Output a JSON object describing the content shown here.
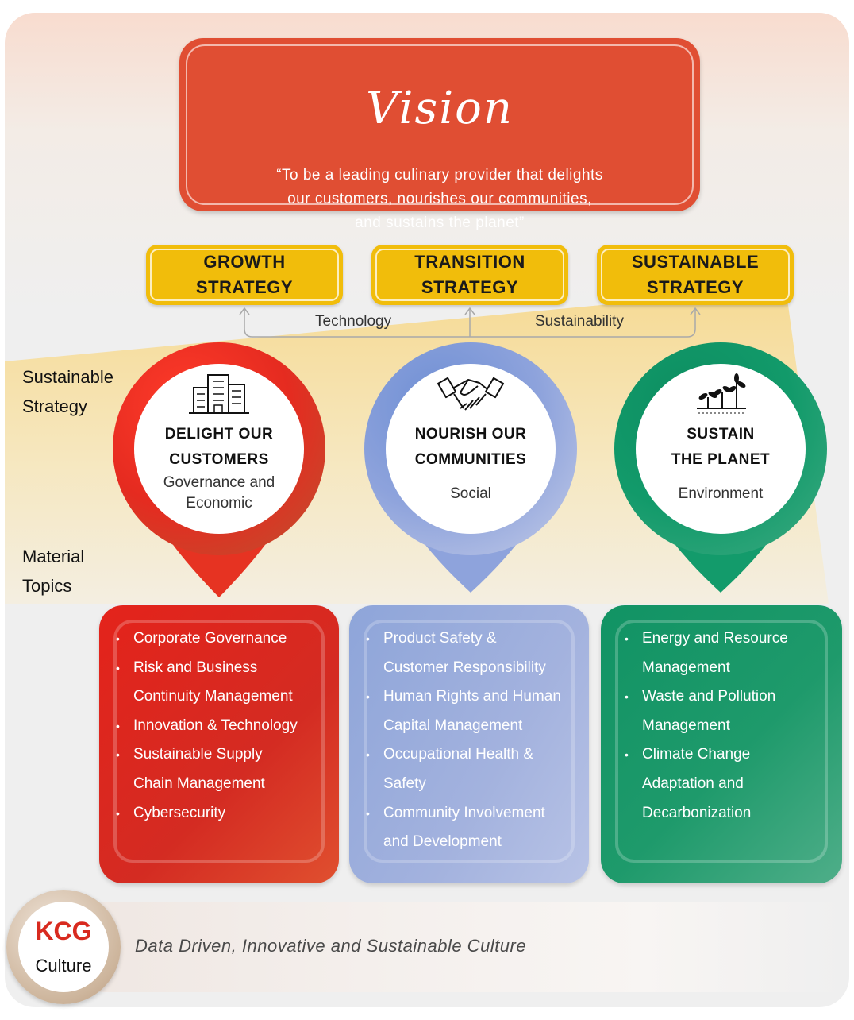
{
  "vision": {
    "title": "Vision",
    "quote": "“To be a leading culinary provider that delights\nour customers, nourishes our communities,\nand sustains the planet”"
  },
  "strategies": [
    {
      "label": "GROWTH\nSTRATEGY"
    },
    {
      "label": "TRANSITION\nSTRATEGY"
    },
    {
      "label": "SUSTAINABLE\nSTRATEGY"
    }
  ],
  "connectors": {
    "technology": "Technology",
    "sustainability": "Sustainability"
  },
  "side_labels": {
    "sustainable_strategy": "Sustainable\nStrategy",
    "material_topics": "Material\nTopics"
  },
  "pillars": [
    {
      "title": "DELIGHT OUR\nCUSTOMERS",
      "subtitle": "Governance and\nEconomic",
      "icon": "building-icon",
      "color": "#e52b20"
    },
    {
      "title": "NOURISH OUR\nCOMMUNITIES",
      "subtitle": "Social",
      "icon": "handshake-icon",
      "color": "#7e98d6"
    },
    {
      "title": "SUSTAIN\nTHE PLANET",
      "subtitle": "Environment",
      "icon": "plants-icon",
      "color": "#0f9466"
    }
  ],
  "topics": {
    "customers": [
      "Corporate Governance",
      "Risk and Business",
      "Continuity Management",
      "Innovation & Technology",
      "Sustainable Supply",
      "Chain Management",
      "Cybersecurity"
    ],
    "communities": [
      "Product Safety &",
      "Customer Responsibility",
      "Human Rights and Human",
      "Capital Management",
      "Occupational Health &",
      "Safety",
      "Community Involvement",
      "and Development"
    ],
    "planet": [
      "Energy and Resource",
      "Management",
      "Waste and Pollution",
      "Management",
      "Climate Change",
      "Adaptation and",
      "Decarbonization"
    ]
  },
  "culture": {
    "badge_top": "KCG",
    "badge_bottom": "Culture",
    "tagline": "Data Driven, Innovative and Sustainable Culture"
  },
  "colors": {
    "vision": "#e04e33",
    "strategy": "#f1bd0b",
    "red": "#e52b20",
    "blue": "#7e98d6",
    "green": "#0f9466"
  }
}
